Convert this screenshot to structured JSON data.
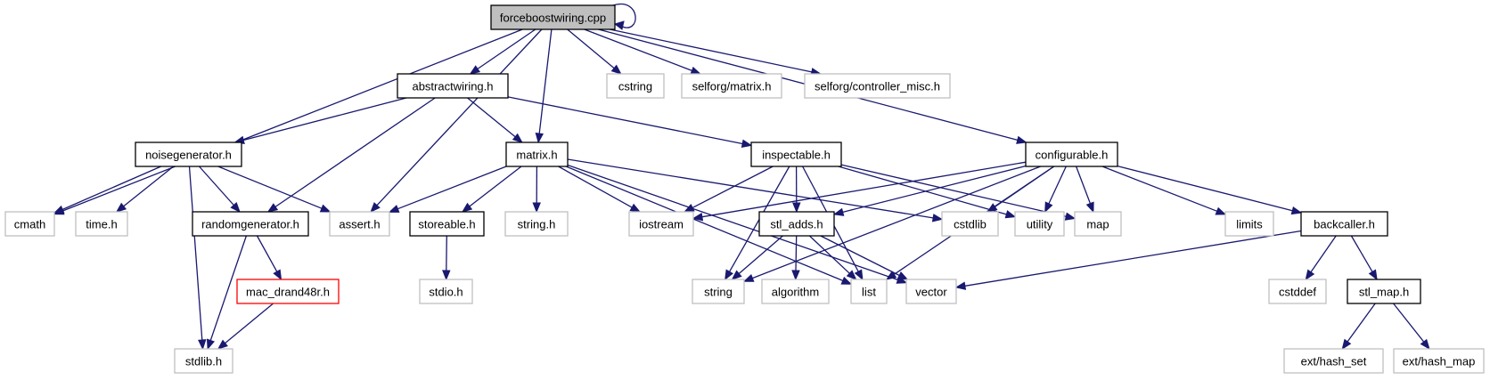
{
  "colors": {
    "edge": "#191970",
    "root_fill": "#bfbfbf",
    "documented_border": "#000000",
    "external_border": "#bfbfbf",
    "missing_border": "#ff0000",
    "background": "#ffffff"
  },
  "nodes": {
    "forceboostwiring": {
      "label": "forceboostwiring.cpp",
      "kind": "root"
    },
    "abstractwiring": {
      "label": "abstractwiring.h",
      "kind": "documented"
    },
    "cstring": {
      "label": "cstring",
      "kind": "external"
    },
    "selforg_matrix": {
      "label": "selforg/matrix.h",
      "kind": "external"
    },
    "selforg_controller_misc": {
      "label": "selforg/controller_misc.h",
      "kind": "external"
    },
    "noisegenerator": {
      "label": "noisegenerator.h",
      "kind": "documented"
    },
    "matrix": {
      "label": "matrix.h",
      "kind": "documented"
    },
    "inspectable": {
      "label": "inspectable.h",
      "kind": "documented"
    },
    "configurable": {
      "label": "configurable.h",
      "kind": "documented"
    },
    "cmath": {
      "label": "cmath",
      "kind": "external"
    },
    "time": {
      "label": "time.h",
      "kind": "external"
    },
    "randomgenerator": {
      "label": "randomgenerator.h",
      "kind": "documented"
    },
    "assert": {
      "label": "assert.h",
      "kind": "external"
    },
    "storeable": {
      "label": "storeable.h",
      "kind": "documented"
    },
    "string_h": {
      "label": "string.h",
      "kind": "external"
    },
    "iostream": {
      "label": "iostream",
      "kind": "external"
    },
    "stl_adds": {
      "label": "stl_adds.h",
      "kind": "documented"
    },
    "cstdlib": {
      "label": "cstdlib",
      "kind": "external"
    },
    "utility": {
      "label": "utility",
      "kind": "external"
    },
    "map": {
      "label": "map",
      "kind": "external"
    },
    "limits": {
      "label": "limits",
      "kind": "external"
    },
    "backcaller": {
      "label": "backcaller.h",
      "kind": "documented"
    },
    "mac_drand48r": {
      "label": "mac_drand48r.h",
      "kind": "missing"
    },
    "stdio": {
      "label": "stdio.h",
      "kind": "external"
    },
    "string": {
      "label": "string",
      "kind": "external"
    },
    "algorithm": {
      "label": "algorithm",
      "kind": "external"
    },
    "list": {
      "label": "list",
      "kind": "external"
    },
    "vector": {
      "label": "vector",
      "kind": "external"
    },
    "cstddef": {
      "label": "cstddef",
      "kind": "external"
    },
    "stl_map": {
      "label": "stl_map.h",
      "kind": "documented"
    },
    "stdlib": {
      "label": "stdlib.h",
      "kind": "external"
    },
    "ext_hash_set": {
      "label": "ext/hash_set",
      "kind": "external"
    },
    "ext_hash_map": {
      "label": "ext/hash_map",
      "kind": "external"
    }
  },
  "edges": [
    [
      "forceboostwiring",
      "forceboostwiring"
    ],
    [
      "forceboostwiring",
      "abstractwiring"
    ],
    [
      "forceboostwiring",
      "cmath"
    ],
    [
      "forceboostwiring",
      "assert"
    ],
    [
      "forceboostwiring",
      "matrix"
    ],
    [
      "forceboostwiring",
      "cstring"
    ],
    [
      "forceboostwiring",
      "selforg_matrix"
    ],
    [
      "forceboostwiring",
      "selforg_controller_misc"
    ],
    [
      "forceboostwiring",
      "configurable"
    ],
    [
      "abstractwiring",
      "noisegenerator"
    ],
    [
      "abstractwiring",
      "randomgenerator"
    ],
    [
      "abstractwiring",
      "matrix"
    ],
    [
      "abstractwiring",
      "inspectable"
    ],
    [
      "noisegenerator",
      "cmath"
    ],
    [
      "noisegenerator",
      "time"
    ],
    [
      "noisegenerator",
      "randomgenerator"
    ],
    [
      "noisegenerator",
      "assert"
    ],
    [
      "noisegenerator",
      "stdlib"
    ],
    [
      "randomgenerator",
      "mac_drand48r"
    ],
    [
      "randomgenerator",
      "stdlib"
    ],
    [
      "mac_drand48r",
      "stdlib"
    ],
    [
      "matrix",
      "assert"
    ],
    [
      "matrix",
      "storeable"
    ],
    [
      "matrix",
      "string_h"
    ],
    [
      "matrix",
      "iostream"
    ],
    [
      "matrix",
      "list"
    ],
    [
      "matrix",
      "vector"
    ],
    [
      "matrix",
      "cstdlib"
    ],
    [
      "storeable",
      "stdio"
    ],
    [
      "inspectable",
      "iostream"
    ],
    [
      "inspectable",
      "string"
    ],
    [
      "inspectable",
      "stl_adds"
    ],
    [
      "inspectable",
      "list"
    ],
    [
      "inspectable",
      "utility"
    ],
    [
      "inspectable",
      "map"
    ],
    [
      "stl_adds",
      "string"
    ],
    [
      "stl_adds",
      "algorithm"
    ],
    [
      "stl_adds",
      "list"
    ],
    [
      "stl_adds",
      "vector"
    ],
    [
      "configurable",
      "iostream"
    ],
    [
      "configurable",
      "stl_adds"
    ],
    [
      "configurable",
      "cstdlib"
    ],
    [
      "configurable",
      "utility"
    ],
    [
      "configurable",
      "map"
    ],
    [
      "configurable",
      "list"
    ],
    [
      "configurable",
      "string"
    ],
    [
      "configurable",
      "limits"
    ],
    [
      "configurable",
      "backcaller"
    ],
    [
      "backcaller",
      "vector"
    ],
    [
      "backcaller",
      "cstddef"
    ],
    [
      "backcaller",
      "stl_map"
    ],
    [
      "stl_map",
      "ext_hash_set"
    ],
    [
      "stl_map",
      "ext_hash_map"
    ]
  ]
}
